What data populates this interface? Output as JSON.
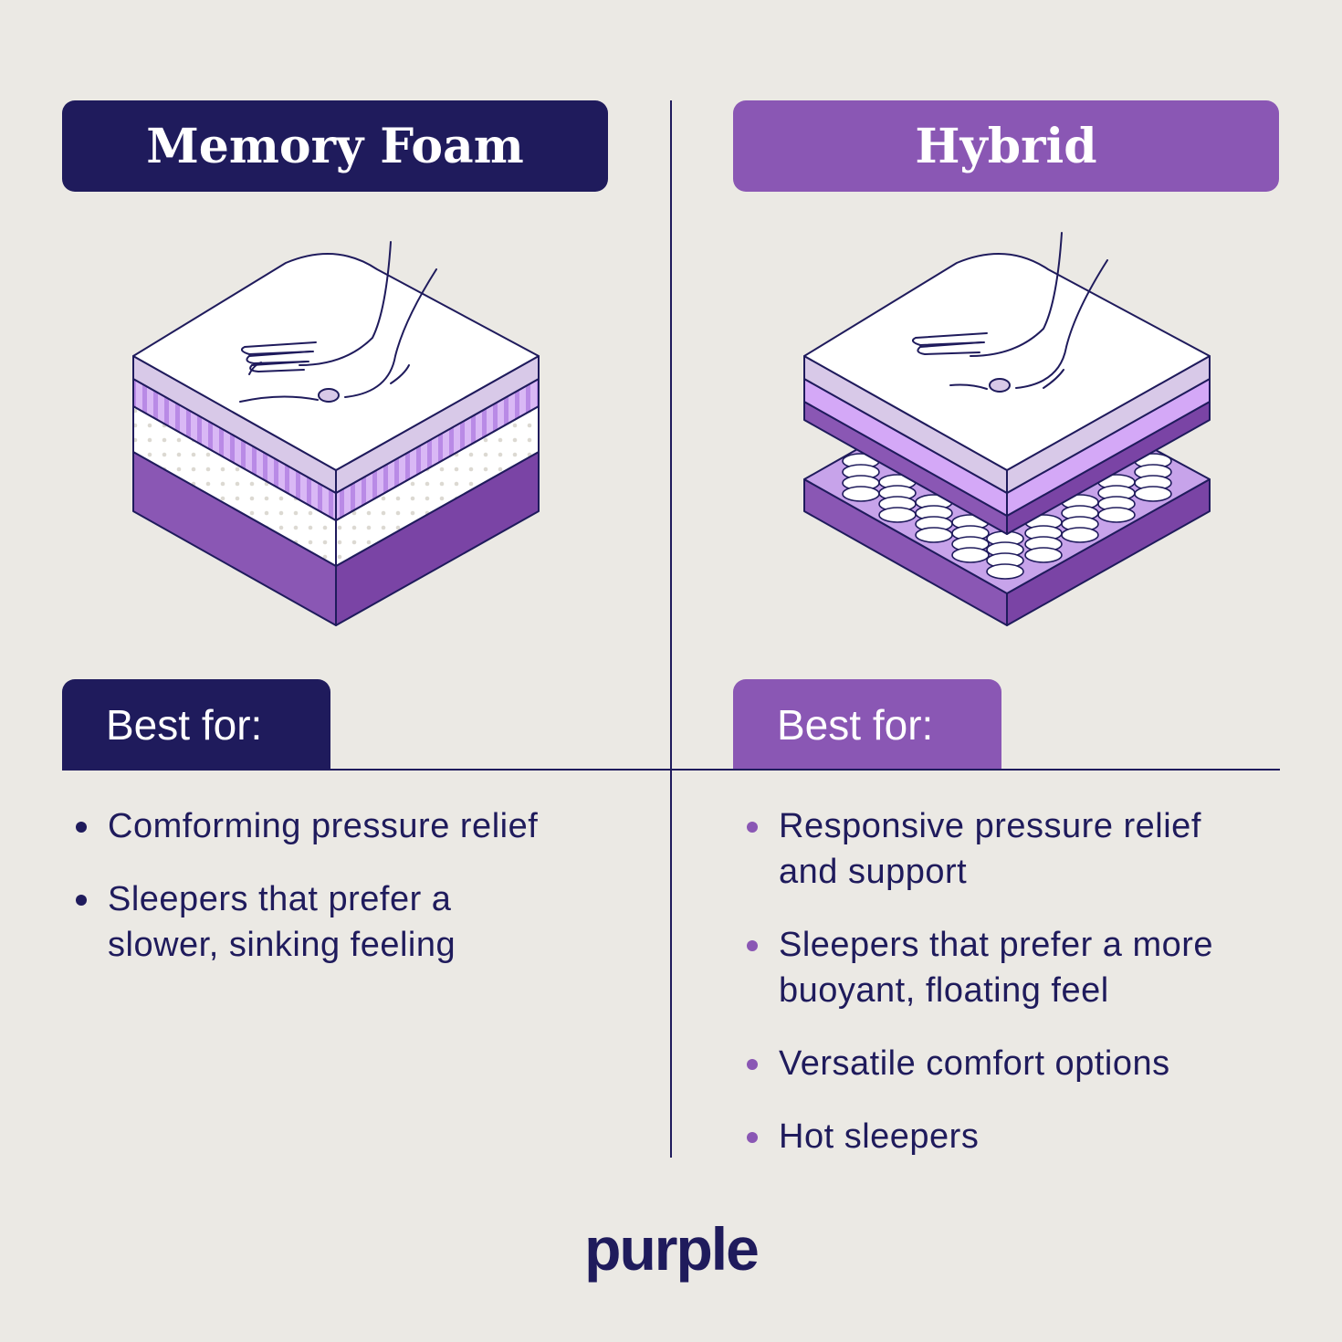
{
  "left": {
    "title": "Memory Foam",
    "best_for_label": "Best for:",
    "items": [
      "Comforming pressure relief",
      "Sleepers that prefer a slower, sinking feeling"
    ]
  },
  "right": {
    "title": "Hybrid",
    "best_for_label": "Best for:",
    "items": [
      "Responsive pressure relief and support",
      "Sleepers that prefer a more buoyant, floating feel",
      "Versatile comfort options",
      "Hot sleepers"
    ]
  },
  "logo": "purple",
  "colors": {
    "navy": "#1f1b5c",
    "purple": "#8a57b4",
    "lavender": "#d8c9e8",
    "light_purple": "#c9a3f0",
    "background": "#ebe9e4"
  }
}
